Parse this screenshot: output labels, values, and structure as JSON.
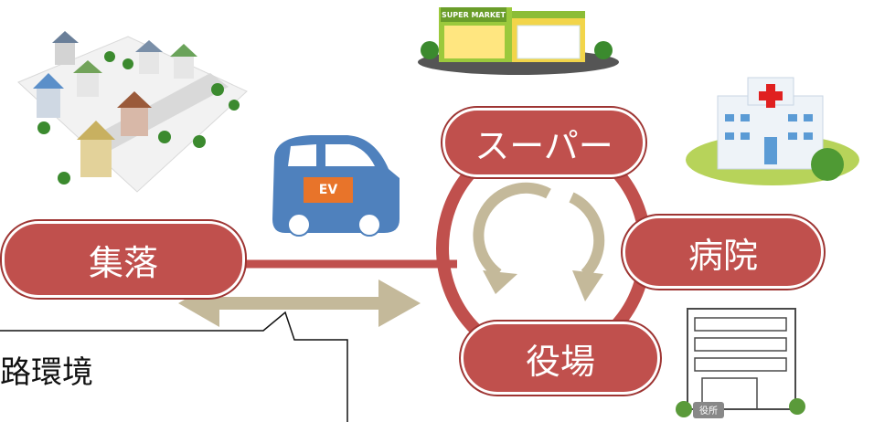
{
  "nodes": {
    "village": "集落",
    "supermarket": "スーパー",
    "hospital": "病院",
    "town_office": "役場"
  },
  "callout": {
    "text": "路環境"
  },
  "icons": {
    "ev_car_label": "EV",
    "supermarket_sign": "SUPER MARKET",
    "town_office_sign": "役所",
    "houses": "village-houses-illustration",
    "hospital_building": "hospital-illustration"
  },
  "colors": {
    "node_fill": "#c0504d",
    "loop_ring": "#c0504d",
    "cycle_arrows": "#c4b99a",
    "double_arrow": "#c4b99a",
    "ev_car": "#4f81bd",
    "ev_badge": "#e8742a"
  }
}
